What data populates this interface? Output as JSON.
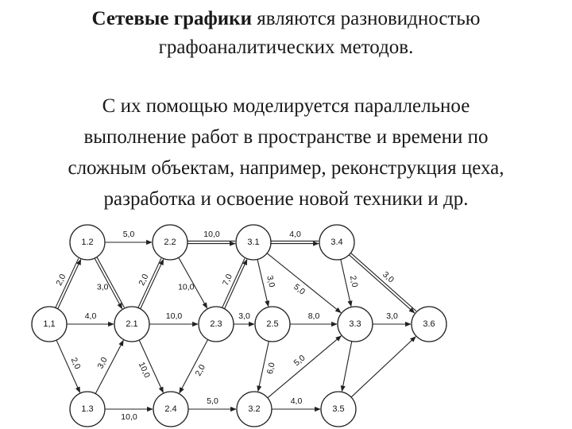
{
  "heading": {
    "bold": "Сетевые графики",
    "rest": " являются разновидностью",
    "line2": "графоаналитических методов."
  },
  "paragraph": {
    "lines": [
      "С их помощью моделируется параллельное",
      "выполнение работ в пространстве и времени по",
      "сложным объектам, например, реконструкция цеха,",
      "разработка и освоение новой техники и др."
    ]
  },
  "diagram": {
    "nodes": [
      {
        "id": "1.1",
        "label": "1,1"
      },
      {
        "id": "1.2",
        "label": "1.2"
      },
      {
        "id": "1.3",
        "label": "1.3"
      },
      {
        "id": "2.1",
        "label": "2.1"
      },
      {
        "id": "2.2",
        "label": "2.2"
      },
      {
        "id": "2.3",
        "label": "2.3"
      },
      {
        "id": "2.4",
        "label": "2.4"
      },
      {
        "id": "2.5",
        "label": "2.5"
      },
      {
        "id": "3.1",
        "label": "3.1"
      },
      {
        "id": "3.2",
        "label": "3.2"
      },
      {
        "id": "3.3",
        "label": "3.3"
      },
      {
        "id": "3.4",
        "label": "3.4"
      },
      {
        "id": "3.5",
        "label": "3.5"
      },
      {
        "id": "3.6",
        "label": "3.6"
      }
    ],
    "edges": [
      {
        "from": "1.1",
        "to": "1.2",
        "label": "2,0",
        "critical": true
      },
      {
        "from": "1.1",
        "to": "2.1",
        "label": "4,0",
        "critical": false
      },
      {
        "from": "1.1",
        "to": "1.3",
        "label": "2,0",
        "critical": false
      },
      {
        "from": "1.2",
        "to": "2.2",
        "label": "5,0",
        "critical": false
      },
      {
        "from": "1.2",
        "to": "2.1",
        "label": "3,0",
        "critical": true
      },
      {
        "from": "1.3",
        "to": "2.1",
        "label": "3,0",
        "critical": false
      },
      {
        "from": "1.3",
        "to": "2.4",
        "label": "10,0",
        "critical": false
      },
      {
        "from": "2.1",
        "to": "2.2",
        "label": "2,0",
        "critical": true
      },
      {
        "from": "2.1",
        "to": "2.3",
        "label": "10,0",
        "critical": false
      },
      {
        "from": "2.1",
        "to": "2.4",
        "label": "10,0",
        "critical": false
      },
      {
        "from": "2.2",
        "to": "3.1",
        "label": "10,0",
        "critical": true
      },
      {
        "from": "2.2",
        "to": "2.3",
        "label": "10,0",
        "critical": false
      },
      {
        "from": "2.3",
        "to": "3.1",
        "label": "7,0",
        "critical": true
      },
      {
        "from": "2.3",
        "to": "2.5",
        "label": "3,0",
        "critical": false
      },
      {
        "from": "2.3",
        "to": "2.4",
        "label": "2,0",
        "critical": false
      },
      {
        "from": "2.4",
        "to": "3.2",
        "label": "5,0",
        "critical": false
      },
      {
        "from": "2.5",
        "to": "3.3",
        "label": "8,0",
        "critical": false
      },
      {
        "from": "2.5",
        "to": "3.2",
        "label": "6,0",
        "critical": false
      },
      {
        "from": "3.1",
        "to": "3.4",
        "label": "4,0",
        "critical": true
      },
      {
        "from": "3.1",
        "to": "2.5",
        "label": "3,0",
        "critical": false
      },
      {
        "from": "3.1",
        "to": "3.3",
        "label": "5,0",
        "critical": false
      },
      {
        "from": "3.2",
        "to": "3.3",
        "label": "5,0",
        "critical": false
      },
      {
        "from": "3.2",
        "to": "3.5",
        "label": "4,0",
        "critical": false
      },
      {
        "from": "3.3",
        "to": "3.6",
        "label": "3,0",
        "critical": false
      },
      {
        "from": "3.3",
        "to": "3.5",
        "label": "",
        "critical": false
      },
      {
        "from": "3.4",
        "to": "3.3",
        "label": "2,0",
        "critical": false
      },
      {
        "from": "3.4",
        "to": "3.6",
        "label": "3,0",
        "critical": true
      },
      {
        "from": "3.5",
        "to": "3.6",
        "label": "",
        "critical": false
      }
    ]
  }
}
